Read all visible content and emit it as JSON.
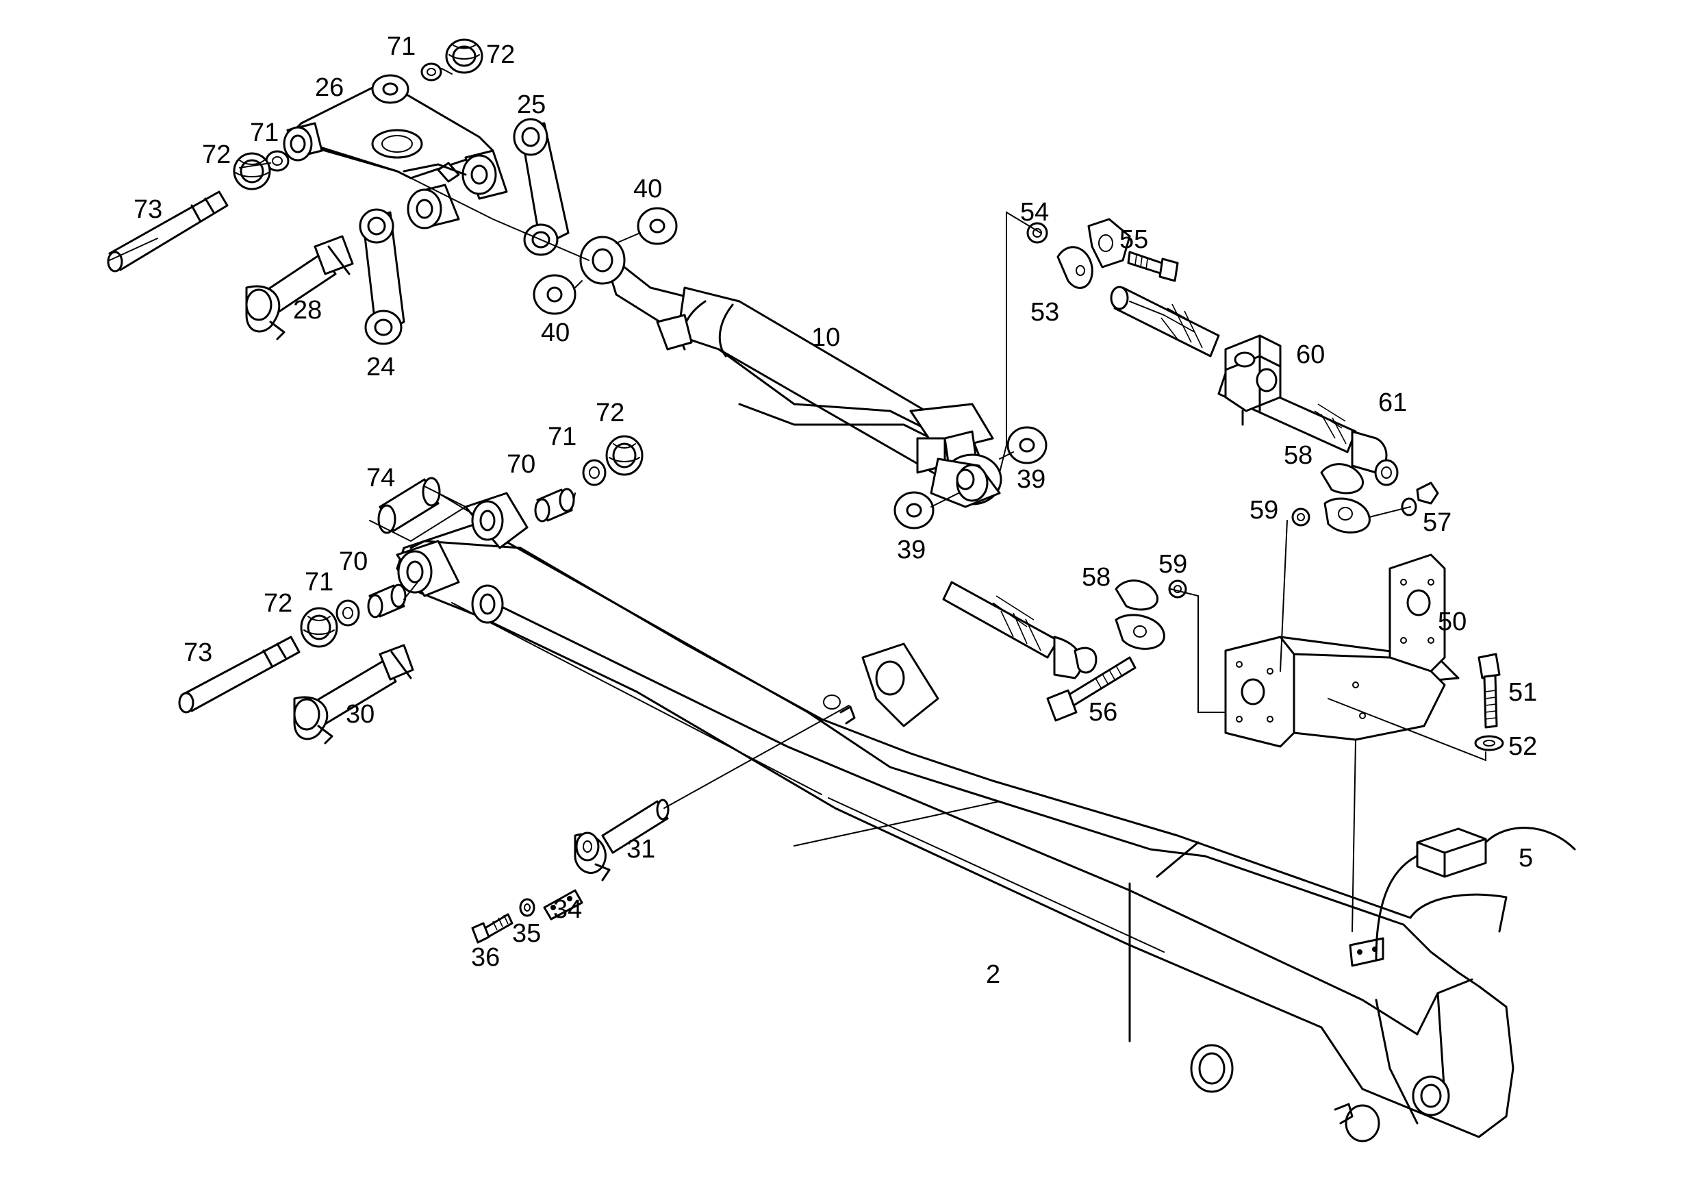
{
  "callouts": [
    {
      "id": "71a",
      "text": "71"
    },
    {
      "id": "72a",
      "text": "72"
    },
    {
      "id": "26",
      "text": "26"
    },
    {
      "id": "25",
      "text": "25"
    },
    {
      "id": "71b",
      "text": "71"
    },
    {
      "id": "72b",
      "text": "72"
    },
    {
      "id": "73a",
      "text": "73"
    },
    {
      "id": "28",
      "text": "28"
    },
    {
      "id": "24",
      "text": "24"
    },
    {
      "id": "40a",
      "text": "40"
    },
    {
      "id": "40b",
      "text": "40"
    },
    {
      "id": "10",
      "text": "10"
    },
    {
      "id": "54",
      "text": "54"
    },
    {
      "id": "55",
      "text": "55"
    },
    {
      "id": "53",
      "text": "53"
    },
    {
      "id": "60",
      "text": "60"
    },
    {
      "id": "61",
      "text": "61"
    },
    {
      "id": "72c",
      "text": "72"
    },
    {
      "id": "71c",
      "text": "71"
    },
    {
      "id": "70a",
      "text": "70"
    },
    {
      "id": "74",
      "text": "74"
    },
    {
      "id": "39a",
      "text": "39"
    },
    {
      "id": "39b",
      "text": "39"
    },
    {
      "id": "58a",
      "text": "58"
    },
    {
      "id": "59a",
      "text": "59"
    },
    {
      "id": "57",
      "text": "57"
    },
    {
      "id": "71d",
      "text": "71"
    },
    {
      "id": "70b",
      "text": "70"
    },
    {
      "id": "72d",
      "text": "72"
    },
    {
      "id": "73b",
      "text": "73"
    },
    {
      "id": "30",
      "text": "30"
    },
    {
      "id": "58b",
      "text": "58"
    },
    {
      "id": "59b",
      "text": "59"
    },
    {
      "id": "50",
      "text": "50"
    },
    {
      "id": "56",
      "text": "56"
    },
    {
      "id": "51",
      "text": "51"
    },
    {
      "id": "52",
      "text": "52"
    },
    {
      "id": "31",
      "text": "31"
    },
    {
      "id": "5",
      "text": "5"
    },
    {
      "id": "34",
      "text": "34"
    },
    {
      "id": "35",
      "text": "35"
    },
    {
      "id": "36",
      "text": "36"
    },
    {
      "id": "2",
      "text": "2"
    }
  ],
  "colors": {
    "line": "#000000",
    "background": "#ffffff"
  }
}
